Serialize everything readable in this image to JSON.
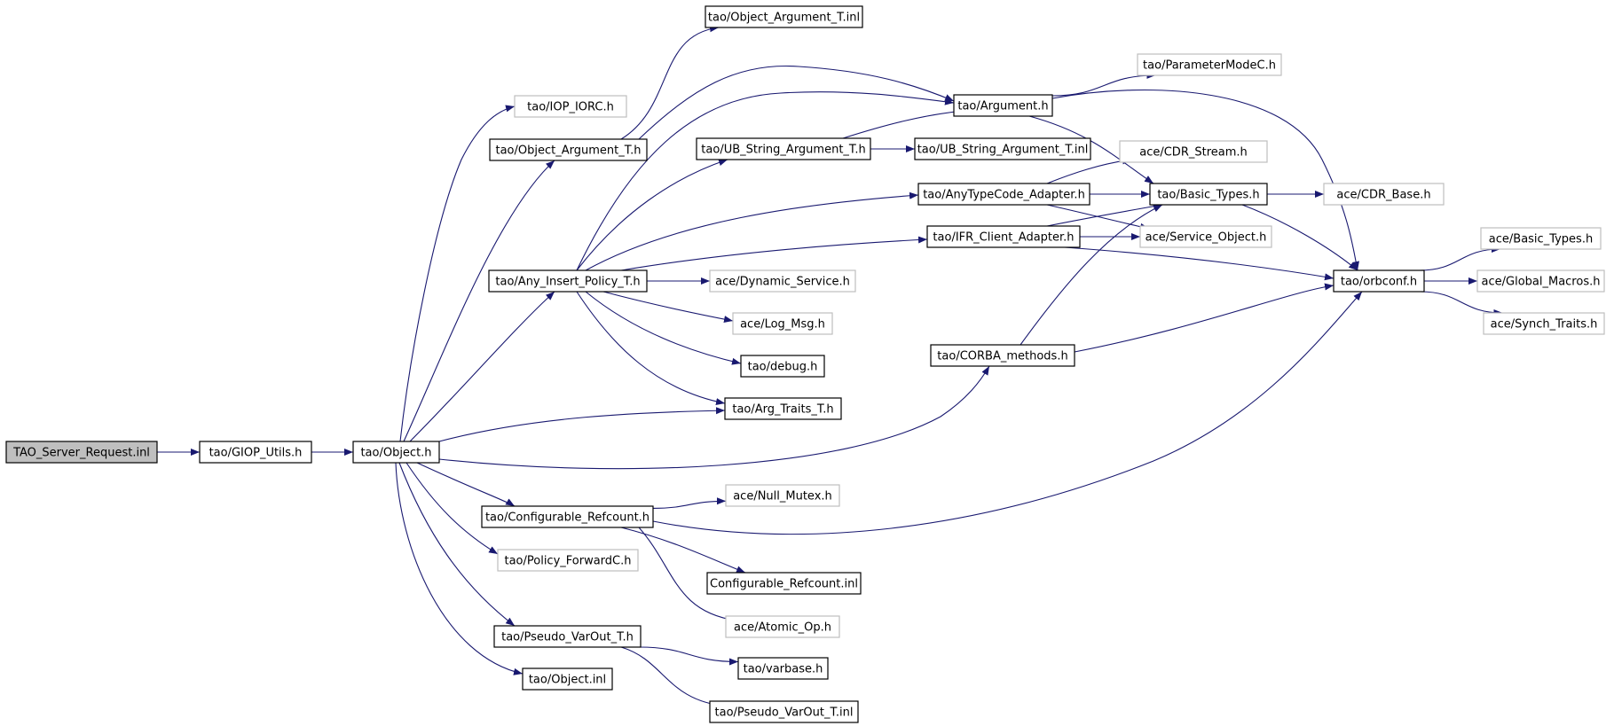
{
  "colors": {
    "edge": "#191970",
    "root_fill": "#bfbfbf",
    "node_fill": "#ffffff",
    "documented_border": "#000000",
    "external_border": "#bfbfbf"
  },
  "nodes": [
    {
      "id": "tao-server-request-inl",
      "label": "TAO_Server_Request.inl",
      "style": "root"
    },
    {
      "id": "giop-utils-h",
      "label": "tao/GIOP_Utils.h",
      "style": "documented"
    },
    {
      "id": "object-h",
      "label": "tao/Object.h",
      "style": "documented"
    },
    {
      "id": "iop-iorc-h",
      "label": "tao/IOP_IORC.h",
      "style": "external"
    },
    {
      "id": "object-argument-t-h",
      "label": "tao/Object_Argument_T.h",
      "style": "documented"
    },
    {
      "id": "object-argument-t-inl",
      "label": "tao/Object_Argument_T.inl",
      "style": "documented"
    },
    {
      "id": "argument-h",
      "label": "tao/Argument.h",
      "style": "documented"
    },
    {
      "id": "parametermodec-h",
      "label": "tao/ParameterModeC.h",
      "style": "external"
    },
    {
      "id": "ub-string-argument-t-h",
      "label": "tao/UB_String_Argument_T.h",
      "style": "documented"
    },
    {
      "id": "ub-string-argument-t-inl",
      "label": "tao/UB_String_Argument_T.inl",
      "style": "documented"
    },
    {
      "id": "anytypecode-adapter-h",
      "label": "tao/AnyTypeCode_Adapter.h",
      "style": "documented"
    },
    {
      "id": "cdr-stream-h",
      "label": "ace/CDR_Stream.h",
      "style": "external"
    },
    {
      "id": "tao-basic-types-h",
      "label": "tao/Basic_Types.h",
      "style": "documented"
    },
    {
      "id": "cdr-base-h",
      "label": "ace/CDR_Base.h",
      "style": "external"
    },
    {
      "id": "ifr-client-adapter-h",
      "label": "tao/IFR_Client_Adapter.h",
      "style": "documented"
    },
    {
      "id": "service-object-h",
      "label": "ace/Service_Object.h",
      "style": "external"
    },
    {
      "id": "any-insert-policy-t-h",
      "label": "tao/Any_Insert_Policy_T.h",
      "style": "documented"
    },
    {
      "id": "dynamic-service-h",
      "label": "ace/Dynamic_Service.h",
      "style": "external"
    },
    {
      "id": "log-msg-h",
      "label": "ace/Log_Msg.h",
      "style": "external"
    },
    {
      "id": "debug-h",
      "label": "tao/debug.h",
      "style": "documented"
    },
    {
      "id": "arg-traits-t-h",
      "label": "tao/Arg_Traits_T.h",
      "style": "documented"
    },
    {
      "id": "corba-methods-h",
      "label": "tao/CORBA_methods.h",
      "style": "documented"
    },
    {
      "id": "orbconf-h",
      "label": "tao/orbconf.h",
      "style": "documented"
    },
    {
      "id": "ace-basic-types-h",
      "label": "ace/Basic_Types.h",
      "style": "external"
    },
    {
      "id": "global-macros-h",
      "label": "ace/Global_Macros.h",
      "style": "external"
    },
    {
      "id": "synch-traits-h",
      "label": "ace/Synch_Traits.h",
      "style": "external"
    },
    {
      "id": "configurable-refcount-h",
      "label": "tao/Configurable_Refcount.h",
      "style": "documented"
    },
    {
      "id": "null-mutex-h",
      "label": "ace/Null_Mutex.h",
      "style": "external"
    },
    {
      "id": "configurable-refcount-inl",
      "label": "Configurable_Refcount.inl",
      "style": "documented"
    },
    {
      "id": "atomic-op-h",
      "label": "ace/Atomic_Op.h",
      "style": "external"
    },
    {
      "id": "policy-forwardc-h",
      "label": "tao/Policy_ForwardC.h",
      "style": "external"
    },
    {
      "id": "pseudo-varout-t-h",
      "label": "tao/Pseudo_VarOut_T.h",
      "style": "documented"
    },
    {
      "id": "varbase-h",
      "label": "tao/varbase.h",
      "style": "documented"
    },
    {
      "id": "pseudo-varout-t-inl",
      "label": "tao/Pseudo_VarOut_T.inl",
      "style": "documented"
    },
    {
      "id": "object-inl",
      "label": "tao/Object.inl",
      "style": "documented"
    }
  ],
  "edges": [
    {
      "from": "tao-server-request-inl",
      "to": "giop-utils-h"
    },
    {
      "from": "giop-utils-h",
      "to": "object-h"
    },
    {
      "from": "object-h",
      "to": "iop-iorc-h"
    },
    {
      "from": "object-h",
      "to": "object-argument-t-h"
    },
    {
      "from": "object-h",
      "to": "any-insert-policy-t-h"
    },
    {
      "from": "object-h",
      "to": "arg-traits-t-h"
    },
    {
      "from": "object-h",
      "to": "corba-methods-h"
    },
    {
      "from": "object-h",
      "to": "configurable-refcount-h"
    },
    {
      "from": "object-h",
      "to": "policy-forwardc-h"
    },
    {
      "from": "object-h",
      "to": "pseudo-varout-t-h"
    },
    {
      "from": "object-h",
      "to": "object-inl"
    },
    {
      "from": "object-argument-t-h",
      "to": "object-argument-t-inl"
    },
    {
      "from": "object-argument-t-h",
      "to": "argument-h"
    },
    {
      "from": "argument-h",
      "to": "parametermodec-h"
    },
    {
      "from": "argument-h",
      "to": "tao-basic-types-h"
    },
    {
      "from": "argument-h",
      "to": "orbconf-h"
    },
    {
      "from": "any-insert-policy-t-h",
      "to": "argument-h"
    },
    {
      "from": "any-insert-policy-t-h",
      "to": "ub-string-argument-t-h"
    },
    {
      "from": "any-insert-policy-t-h",
      "to": "anytypecode-adapter-h"
    },
    {
      "from": "any-insert-policy-t-h",
      "to": "ifr-client-adapter-h"
    },
    {
      "from": "any-insert-policy-t-h",
      "to": "dynamic-service-h"
    },
    {
      "from": "any-insert-policy-t-h",
      "to": "log-msg-h"
    },
    {
      "from": "any-insert-policy-t-h",
      "to": "debug-h"
    },
    {
      "from": "any-insert-policy-t-h",
      "to": "arg-traits-t-h"
    },
    {
      "from": "ub-string-argument-t-h",
      "to": "argument-h"
    },
    {
      "from": "ub-string-argument-t-h",
      "to": "ub-string-argument-t-inl"
    },
    {
      "from": "anytypecode-adapter-h",
      "to": "cdr-stream-h"
    },
    {
      "from": "anytypecode-adapter-h",
      "to": "tao-basic-types-h"
    },
    {
      "from": "anytypecode-adapter-h",
      "to": "service-object-h"
    },
    {
      "from": "ifr-client-adapter-h",
      "to": "tao-basic-types-h"
    },
    {
      "from": "ifr-client-adapter-h",
      "to": "service-object-h"
    },
    {
      "from": "ifr-client-adapter-h",
      "to": "orbconf-h"
    },
    {
      "from": "tao-basic-types-h",
      "to": "cdr-base-h"
    },
    {
      "from": "tao-basic-types-h",
      "to": "orbconf-h"
    },
    {
      "from": "corba-methods-h",
      "to": "tao-basic-types-h"
    },
    {
      "from": "corba-methods-h",
      "to": "orbconf-h"
    },
    {
      "from": "orbconf-h",
      "to": "ace-basic-types-h"
    },
    {
      "from": "orbconf-h",
      "to": "global-macros-h"
    },
    {
      "from": "orbconf-h",
      "to": "synch-traits-h"
    },
    {
      "from": "configurable-refcount-h",
      "to": "null-mutex-h"
    },
    {
      "from": "configurable-refcount-h",
      "to": "configurable-refcount-inl"
    },
    {
      "from": "configurable-refcount-h",
      "to": "atomic-op-h"
    },
    {
      "from": "configurable-refcount-h",
      "to": "orbconf-h"
    },
    {
      "from": "pseudo-varout-t-h",
      "to": "varbase-h"
    },
    {
      "from": "pseudo-varout-t-h",
      "to": "pseudo-varout-t-inl"
    }
  ]
}
